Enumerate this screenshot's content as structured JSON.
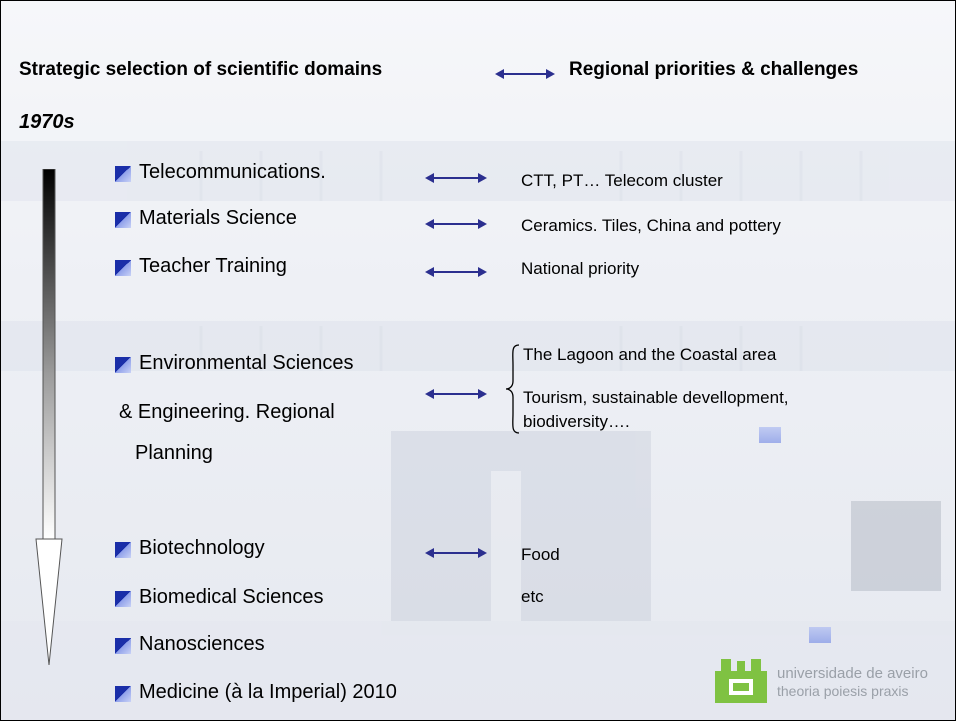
{
  "header": {
    "left": "Strategic selection of scientific domains",
    "right": "Regional priorities & challenges"
  },
  "decade": "1970s",
  "items": {
    "telecom": "Telecommunications.",
    "materials": "Materials Science",
    "teacher": "Teacher Training",
    "env1": "Environmental Sciences",
    "env2": "& Engineering. Regional",
    "env3": "Planning",
    "biotech": "Biotechnology",
    "biomed": "Biomedical Sciences",
    "nano": "Nanosciences",
    "medicine": "Medicine (à la Imperial) 2010"
  },
  "priorities": {
    "telecom": "CTT, PT… Telecom cluster",
    "materials": "Ceramics. Tiles, China and pottery",
    "teacher": "National priority",
    "lagoon": "The Lagoon and the Coastal area",
    "tourism1": "Tourism, sustainable devellopment,",
    "tourism2": "biodiversity….",
    "food": "Food",
    "etc": "etc"
  },
  "logo": {
    "line1": "universidade de aveiro",
    "line2": "theoria poiesis praxis"
  },
  "colors": {
    "arrow": "#2b2f8f",
    "bullet": "#1a2ea8",
    "logo_green": "#7fc242"
  },
  "icons": [
    "double-arrow-icon",
    "bullet-icon",
    "timeline-arrow-icon",
    "brace-icon",
    "university-logo-icon"
  ]
}
